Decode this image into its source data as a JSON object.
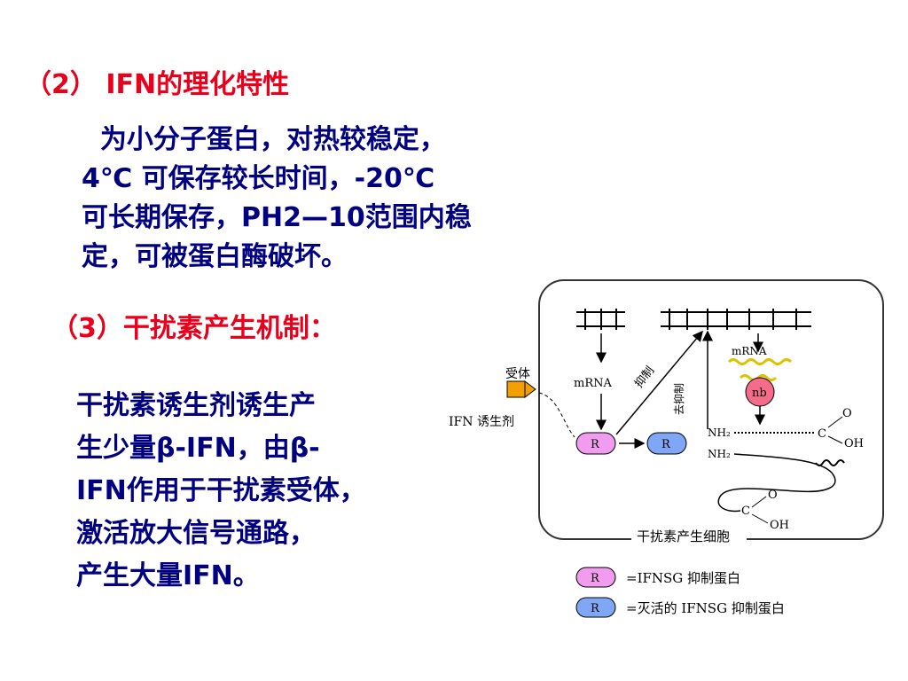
{
  "section2": {
    "heading": "（2） IFN的理化特性",
    "lines": [
      "  为小分子蛋白，对热较稳定，",
      "4℃ 可保存较长时间，-20℃",
      "可长期保存，PH2—10范围内稳",
      "定，可被蛋白酶破坏。"
    ]
  },
  "section3": {
    "heading": "（3）干扰素产生机制：",
    "lines": [
      "干扰素诱生剂诱生产",
      "生少量β-IFN，由β-",
      "IFN作用于干扰素受体，",
      "激活放大信号通路，",
      "产生大量IFN。"
    ]
  },
  "diagram": {
    "receptor_label": "受体",
    "inducer_label": "IFN 诱生剂",
    "mrna_left": "mRNA",
    "mrna_right": "mRNA",
    "inhibit_label": "抑制",
    "derepress_label": "去抑制",
    "ribosome_label": "nb",
    "r_label": "R",
    "nh2_top": "NH₂",
    "nh2_bottom": "NH₂",
    "carboxyl_c": "C",
    "carboxyl_o": "O",
    "carboxyl_oh": "OH",
    "cell_label": "干扰素产生细胞",
    "legend": [
      {
        "label": "R",
        "text": "=IFNSG 抑制蛋白",
        "color": "#f29cf0"
      },
      {
        "label": "R",
        "text": "=灭活的 IFNSG 抑制蛋白",
        "color": "#7fa7f5"
      }
    ],
    "colors": {
      "receptor": "#f2a000",
      "ribosome": "#f56c8a",
      "strand": "#d8c400"
    }
  }
}
